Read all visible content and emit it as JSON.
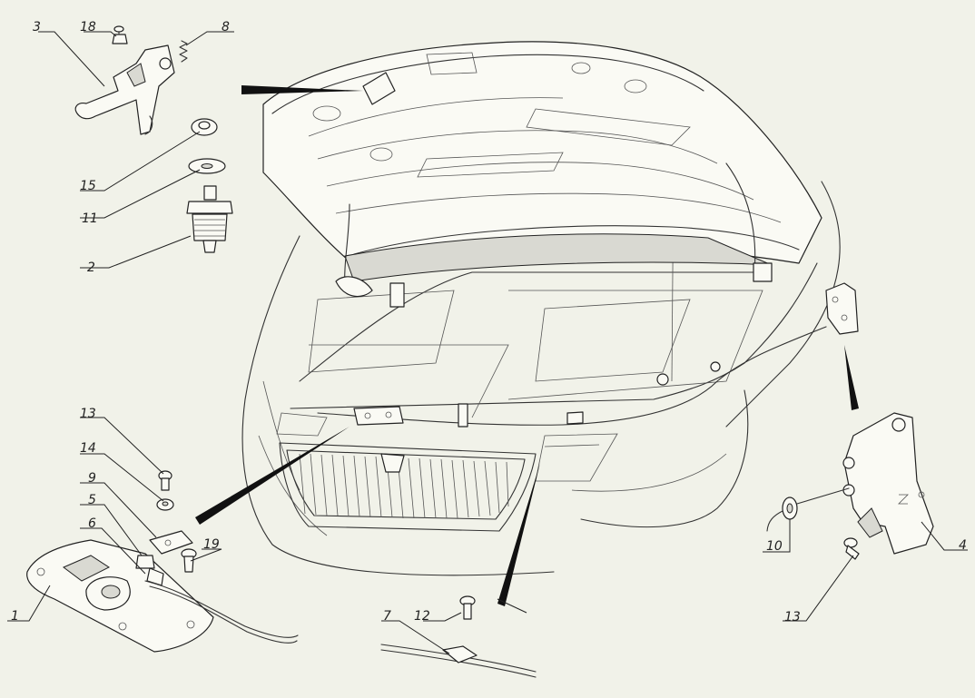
{
  "labels": [
    {
      "id": "3",
      "text": "3"
    },
    {
      "id": "18",
      "text": "18"
    },
    {
      "id": "8",
      "text": "8"
    },
    {
      "id": "15",
      "text": "15"
    },
    {
      "id": "11",
      "text": "11"
    },
    {
      "id": "2",
      "text": "2"
    },
    {
      "id": "13a",
      "text": "13"
    },
    {
      "id": "14",
      "text": "14"
    },
    {
      "id": "9",
      "text": "9"
    },
    {
      "id": "5",
      "text": "5"
    },
    {
      "id": "6",
      "text": "6"
    },
    {
      "id": "19",
      "text": "19"
    },
    {
      "id": "1",
      "text": "1"
    },
    {
      "id": "7",
      "text": "7"
    },
    {
      "id": "12",
      "text": "12"
    },
    {
      "id": "10",
      "text": "10"
    },
    {
      "id": "4",
      "text": "4"
    },
    {
      "id": "13b",
      "text": "13"
    }
  ]
}
